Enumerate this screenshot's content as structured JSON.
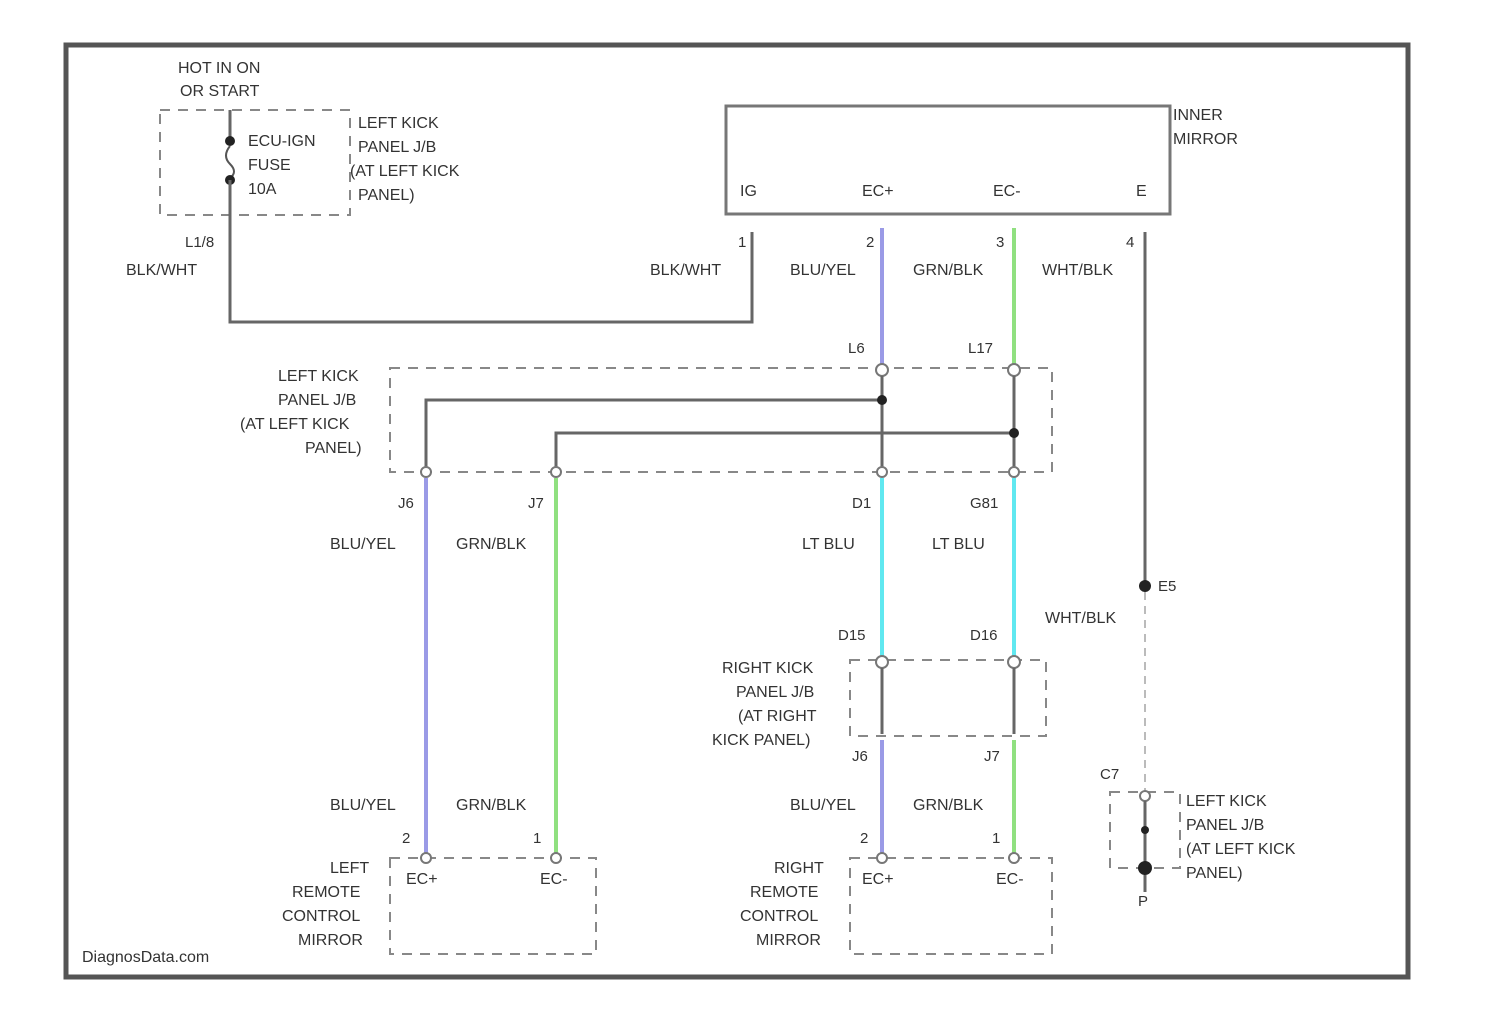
{
  "colors": {
    "blu_yel": "#9a9ae6",
    "grn_blk": "#90e080",
    "lt_blu": "#60e8f0",
    "wire_gray": "#666666"
  },
  "power": {
    "line1": "HOT IN ON",
    "line2": "OR START",
    "fuse_line1": "ECU-IGN",
    "fuse_line2": "FUSE",
    "fuse_line3": "10A",
    "jb_line1": "LEFT KICK",
    "jb_line2": "PANEL J/B",
    "jb_line3": "(AT LEFT KICK",
    "jb_line4": "PANEL)",
    "connector": "L1/8",
    "wire": "BLK/WHT"
  },
  "inner_mirror": {
    "title_line1": "INNER",
    "title_line2": "MIRROR",
    "pin_ig": "IG",
    "pin_ec_plus": "EC+",
    "pin_ec_minus": "EC-",
    "pin_e": "E",
    "pin1": "1",
    "pin2": "2",
    "pin3": "3",
    "pin4": "4",
    "wire1": "BLK/WHT",
    "wire2": "BLU/YEL",
    "wire3": "GRN/BLK",
    "wire4": "WHT/BLK"
  },
  "left_jb": {
    "line1": "LEFT KICK",
    "line2": "PANEL J/B",
    "line3": "(AT LEFT KICK",
    "line4": "PANEL)",
    "conn_top_a": "L6",
    "conn_top_b": "L17",
    "conn_bot_a": "J6",
    "conn_bot_b": "J7",
    "conn_bot_c": "D1",
    "conn_bot_d": "G81"
  },
  "mid_wires": {
    "left_a": "BLU/YEL",
    "left_b": "GRN/BLK",
    "right_a": "LT BLU",
    "right_b": "LT BLU",
    "ground_wire": "WHT/BLK",
    "splice": "E5"
  },
  "right_jb": {
    "line1": "RIGHT KICK",
    "line2": "PANEL J/B",
    "line3": "(AT RIGHT",
    "line4": "KICK PANEL)",
    "conn_top_a": "D15",
    "conn_top_b": "D16",
    "conn_bot_a": "J6",
    "conn_bot_b": "J7"
  },
  "bottom_wires": {
    "left_a": "BLU/YEL",
    "left_b": "GRN/BLK",
    "right_a": "BLU/YEL",
    "right_b": "GRN/BLK"
  },
  "left_mirror": {
    "line1": "LEFT",
    "line2": "REMOTE",
    "line3": "CONTROL",
    "line4": "MIRROR",
    "pin_a": "2",
    "pin_b": "1",
    "ec_plus": "EC+",
    "ec_minus": "EC-"
  },
  "right_mirror": {
    "line1": "RIGHT",
    "line2": "REMOTE",
    "line3": "CONTROL",
    "line4": "MIRROR",
    "pin_a": "2",
    "pin_b": "1",
    "ec_plus": "EC+",
    "ec_minus": "EC-"
  },
  "ground_jb": {
    "connector": "C7",
    "line1": "LEFT KICK",
    "line2": "PANEL J/B",
    "line3": "(AT LEFT KICK",
    "line4": "PANEL)",
    "ground": "P"
  },
  "watermark": "DiagnosData.com"
}
